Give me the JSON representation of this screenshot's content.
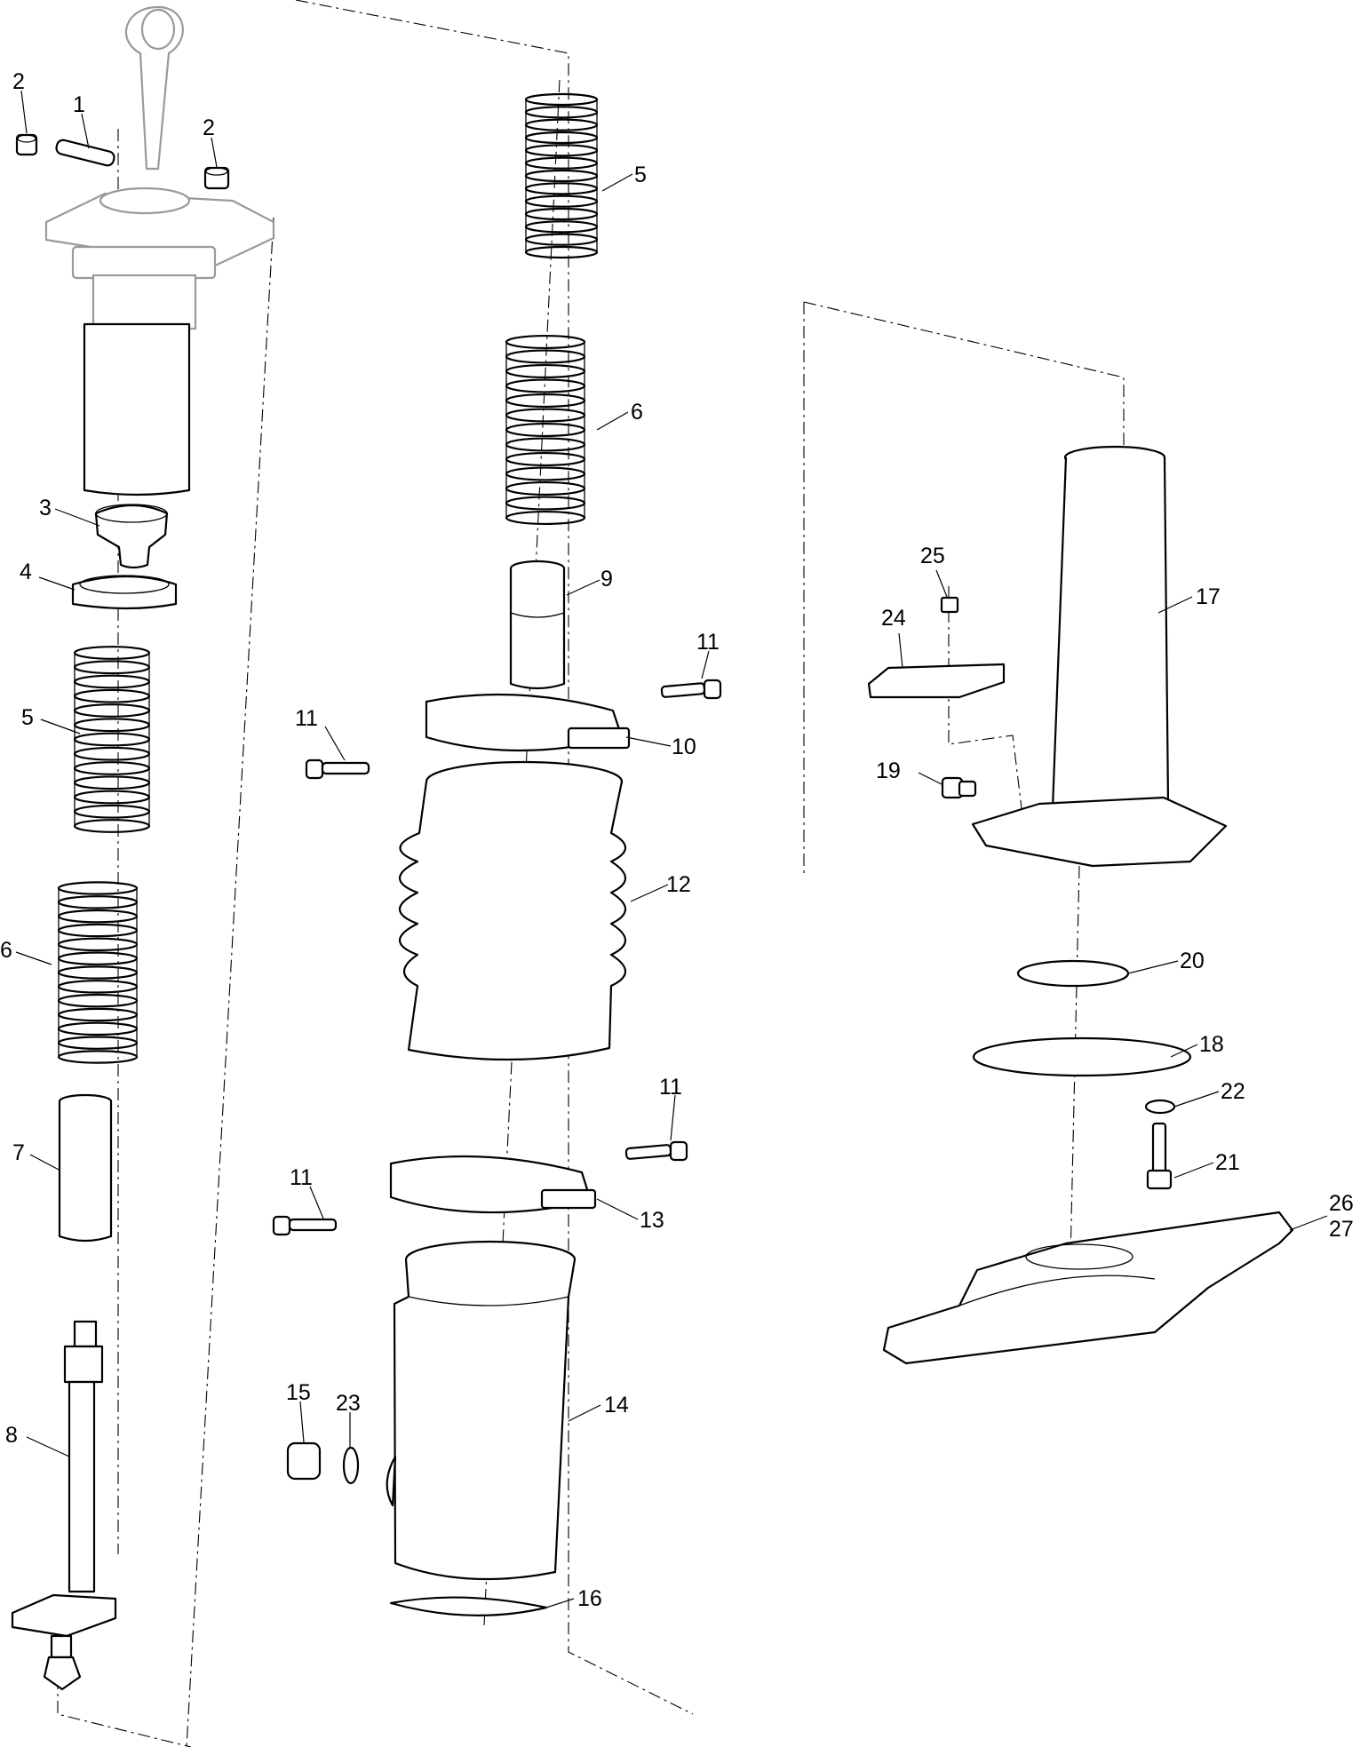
{
  "labels": {
    "l1": "1",
    "l2a": "2",
    "l2b": "2",
    "l3": "3",
    "l4": "4",
    "l5a": "5",
    "l5b": "5",
    "l6a": "6",
    "l6b": "6",
    "l7": "7",
    "l8": "8",
    "l9": "9",
    "l10": "10",
    "l11a": "11",
    "l11b": "11",
    "l11c": "11",
    "l11d": "11",
    "l12": "12",
    "l13": "13",
    "l14": "14",
    "l15": "15",
    "l16": "16",
    "l17": "17",
    "l18": "18",
    "l19": "19",
    "l20": "20",
    "l21": "21",
    "l22": "22",
    "l23": "23",
    "l24": "24",
    "l25": "25",
    "l26": "26",
    "l27": "27"
  },
  "colors": {
    "line": "#000000",
    "handle": "#9a9a9a",
    "background": "#ffffff"
  }
}
